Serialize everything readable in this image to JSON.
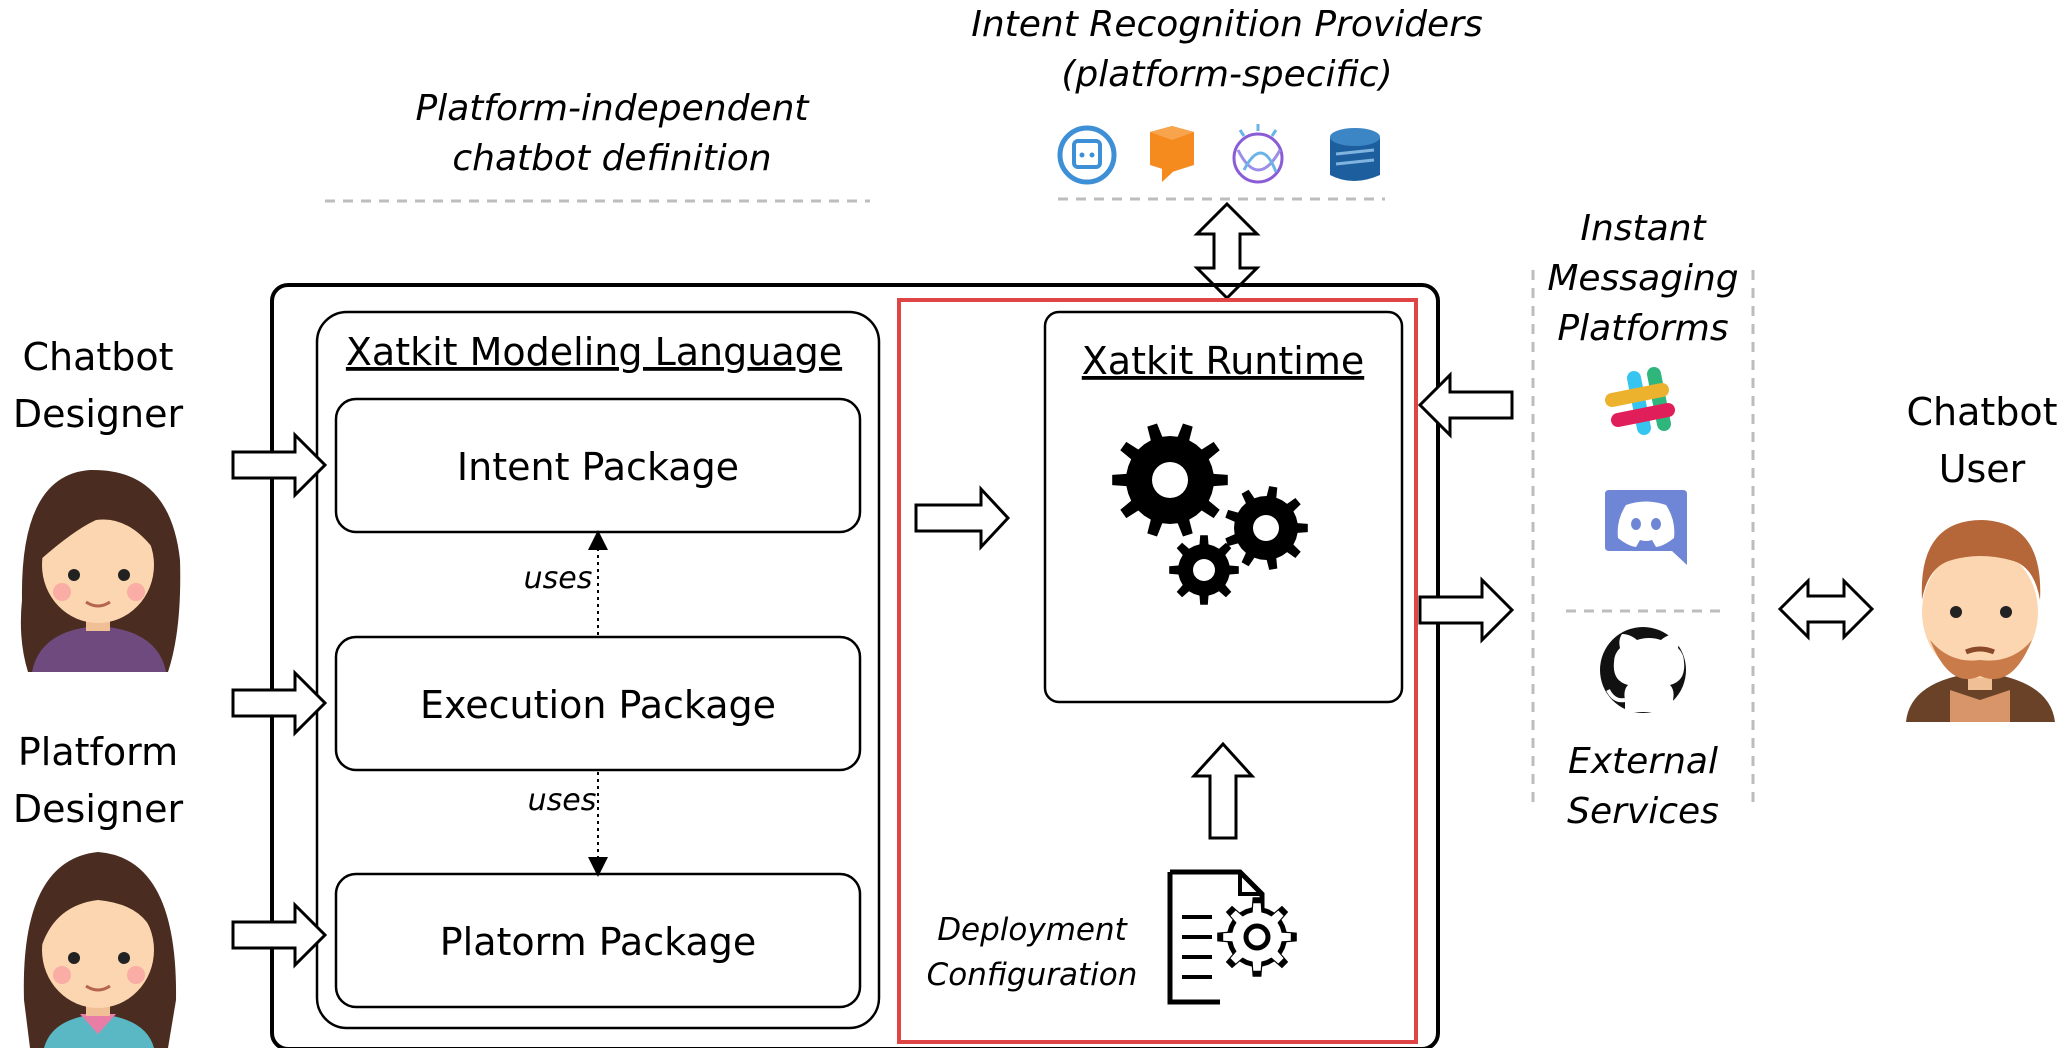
{
  "actors": {
    "chatbot_designer": "Chatbot\nDesigner",
    "platform_designer": "Platform\nDesigner",
    "chatbot_user": "Chatbot\nUser"
  },
  "top": {
    "platform_independent": "Platform-independent\nchatbot definition",
    "intent_providers": "Intent Recognition Providers\n(platform-specific)"
  },
  "modeling": {
    "title": "Xatkit Modeling Language",
    "packages": [
      "Intent Package",
      "Execution Package",
      "Platorm Package"
    ],
    "uses_label": "uses"
  },
  "runtime": {
    "title": "Xatkit Runtime",
    "deployment": "Deployment\nConfiguration"
  },
  "right": {
    "instant_messaging": "Instant\nMessaging\nPlatforms",
    "external_services": "External\nServices"
  },
  "icons": {
    "providers": [
      "dialogflow-icon",
      "amazon-lex-icon",
      "ibm-watson-icon",
      "azure-luis-icon"
    ],
    "messaging": [
      "slack-icon",
      "discord-icon"
    ],
    "services": [
      "github-icon"
    ]
  },
  "colors": {
    "runtime_border": "#e04545",
    "dialogflow": "#3d8fd6",
    "lex": "#f58a1f",
    "watson": "#8a5cd6",
    "azure": "#1d5f9e",
    "discord": "#6f86d6",
    "skin": "#fcd6b0",
    "hair_dark": "#4a2c20"
  }
}
